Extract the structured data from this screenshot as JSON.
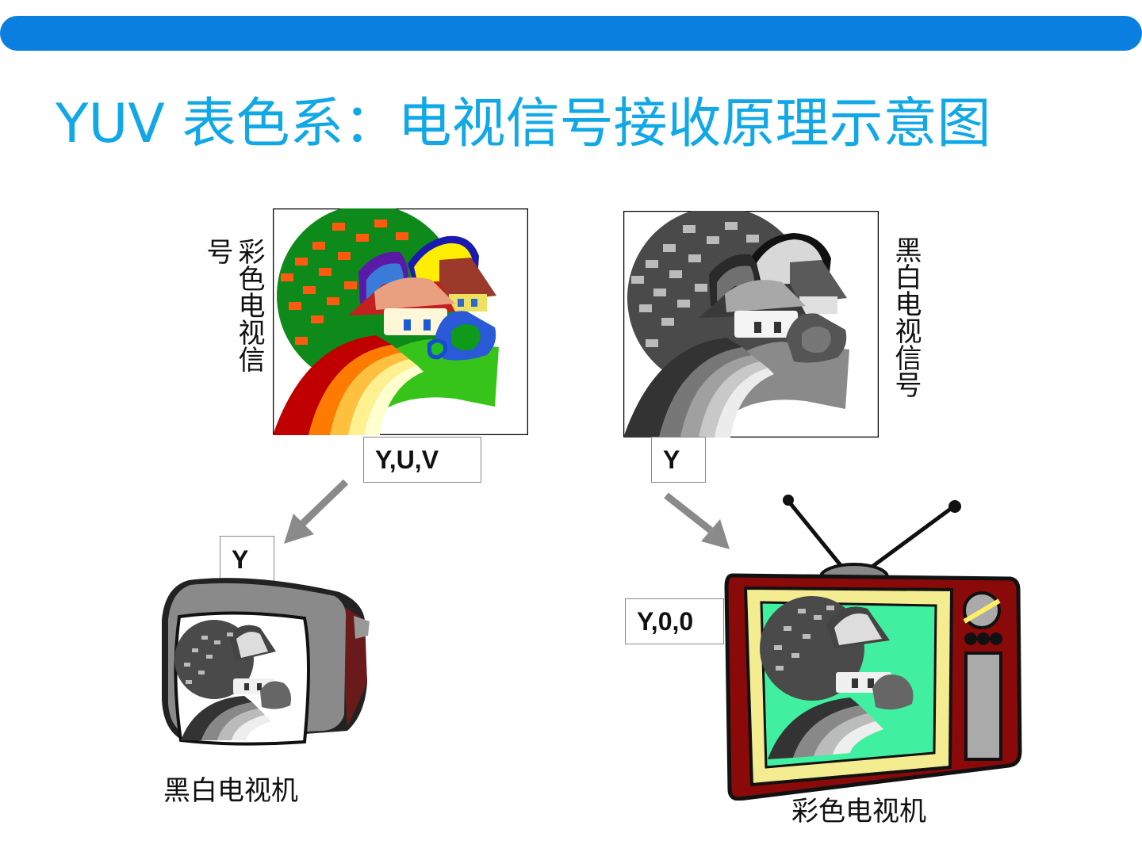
{
  "slide": {
    "title": "YUV 表色系：电视信号接收原理示意图"
  },
  "signals": {
    "color_signal_label": "彩色电视信号",
    "bw_signal_label": "黑白电视信号"
  },
  "tags": {
    "color_source": "Y,U,V",
    "bw_source": "Y",
    "bw_tv_input": "Y",
    "color_tv_input": "Y,0,0"
  },
  "captions": {
    "bw_tv": "黑白电视机",
    "color_tv": "彩色电视机"
  }
}
